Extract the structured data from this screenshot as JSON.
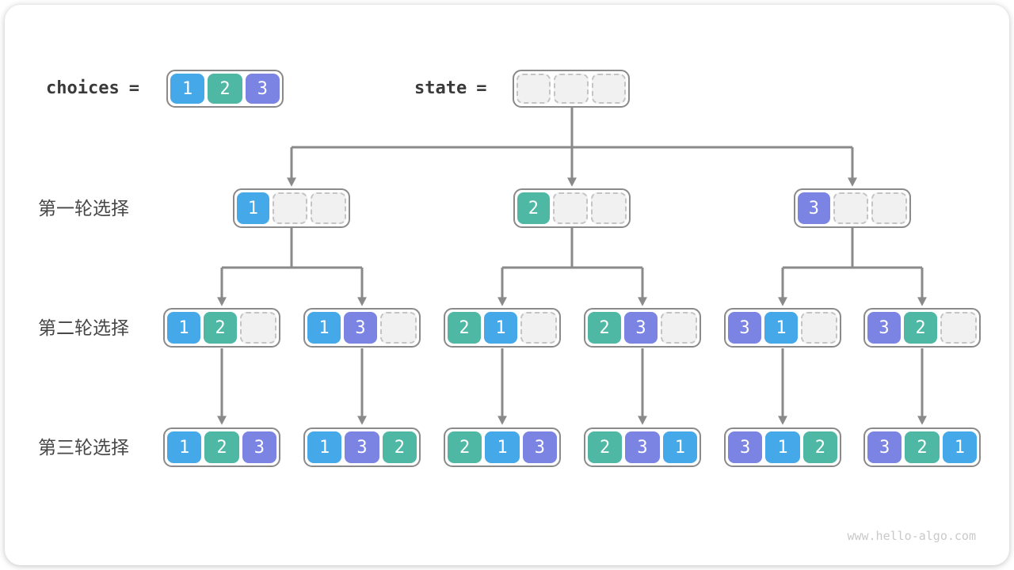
{
  "header": {
    "choices_label": "choices",
    "choices_eq": "=",
    "state_label": "state",
    "state_eq": "=",
    "choices_cells": [
      "1",
      "2",
      "3"
    ],
    "state_cells": [
      "",
      "",
      ""
    ]
  },
  "row_labels": [
    "第一轮选择",
    "第二轮选择",
    "第三轮选择"
  ],
  "tree": {
    "level1": [
      [
        "1",
        "",
        ""
      ],
      [
        "2",
        "",
        ""
      ],
      [
        "3",
        "",
        ""
      ]
    ],
    "level2": [
      [
        "1",
        "2",
        ""
      ],
      [
        "1",
        "3",
        ""
      ],
      [
        "2",
        "1",
        ""
      ],
      [
        "2",
        "3",
        ""
      ],
      [
        "3",
        "1",
        ""
      ],
      [
        "3",
        "2",
        ""
      ]
    ],
    "level3": [
      [
        "1",
        "2",
        "3"
      ],
      [
        "1",
        "3",
        "2"
      ],
      [
        "2",
        "1",
        "3"
      ],
      [
        "2",
        "3",
        "1"
      ],
      [
        "3",
        "1",
        "2"
      ],
      [
        "3",
        "2",
        "1"
      ]
    ]
  },
  "watermark": "www.hello-algo.com",
  "colors": {
    "value1": "#45A8E8",
    "value2": "#4FB8A5",
    "value3": "#7B84E2",
    "empty_fill": "#F1F1F2",
    "empty_border": "#C4C4C4",
    "node_border": "#8A8A8A",
    "arrow": "#8A8A8A",
    "code_text": "#3A3A3A",
    "label_text": "#474747",
    "watermark_text": "#C9C9C9"
  }
}
